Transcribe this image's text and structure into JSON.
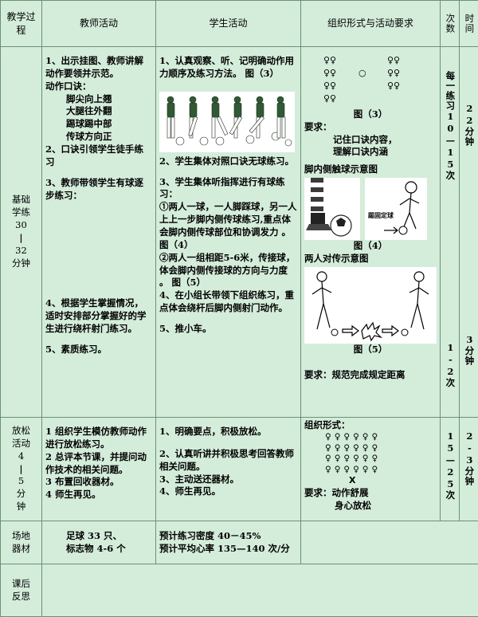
{
  "headers": {
    "process": "教学过程",
    "teacher": "教师活动",
    "student": "学生活动",
    "organization": "组织形式与活动要求",
    "times": "次数",
    "duration": "时间"
  },
  "basic": {
    "label": "基础学练",
    "minutes": "30",
    "dash": "|",
    "minutes_end": "32",
    "unit": "分钟",
    "teacher": {
      "item1": "1、出示挂图、教师讲解动作要领并示范。",
      "chant_title": "动作口诀：",
      "chant": [
        "脚尖向上翘",
        "大腿往外翻",
        "踢球踢中部",
        "传球方向正"
      ],
      "item2": "2、口诀引领学生徒手练习",
      "item3": "3、教师带领学生有球逐步练习：",
      "item4": "4、根据学生掌握情况，适时安排部分掌握好的学生进行绕杆射门练习。",
      "item5": "5、素质练习。"
    },
    "student": {
      "item1": "1、认真观察、听、记明确动作用力顺序及练习方法。 图（3）",
      "item2": "2、学生集体对照口诀无球练习。",
      "item3": "3、学生集体听指挥进行有球练习：",
      "sub1": "①两人一球，一人脚踩球，另一人上上一步脚内侧传球练习,重点体会脚内侧传球部位和协调发力 。 图（4）",
      "sub2": "②两人一组相距5-6米，传接球，体会脚内侧传接球的方向与力度 。 图（5）",
      "item4": "4、在小组长带领下组织练习，重点体会绕杆后脚内侧射门动作。",
      "item5": "5、推小车。"
    },
    "org": {
      "formation_rows": [
        "♀♀",
        "♀♀",
        "♀♀",
        "○",
        "♀♀",
        "♀♀",
        "♀♀",
        "♀♀"
      ],
      "fig3": "图（3）",
      "req_title": "要求：",
      "req1": "记住口诀内容，",
      "req2": "理解口诀内涵",
      "diagram1_title": "脚内侧触球示意图",
      "fig4_label": "踢固定球",
      "fig4": "图（4）",
      "diagram2_title": "两人对传示意图",
      "fig5": "图（5）",
      "req_final": "要求：规范完成规定距离"
    },
    "times_a": "每一练习10—15次",
    "times_b": "1-2次",
    "dur_a": "22分钟",
    "dur_b": "3分钟"
  },
  "relax": {
    "label": "放松活动",
    "minutes": "4",
    "dash": "|",
    "minutes_end": "5",
    "unit": "分钟",
    "teacher": {
      "item1": "1 组织学生模仿教师动作进行放松练习。",
      "item2": "2 总评本节课，并提问动作技术的相关问题。",
      "item3": "3 布置回收器材。",
      "item4": "4 师生再见。"
    },
    "student": {
      "item1": "1、明确要点，积极放松。",
      "item2": "2、认真听讲并积极思考回答教师相关问题。",
      "item3": "3、主动送还器材。",
      "item4": "4、师生再见。"
    },
    "org": {
      "title": "组织形式：",
      "rows": [
        "♀♀♀♀♀♀",
        "♀♀♀♀♀♀",
        "♀♀♀♀♀♀",
        "♀♀♀♀♀♀"
      ],
      "teacher_mark": "X",
      "req1": "要求：动作舒展",
      "req2": "身心放松"
    },
    "times": "15—25次",
    "duration": "2-3分钟"
  },
  "venue": {
    "label": "场地器材",
    "equipment1": "足球 33 只、",
    "equipment2": "标志物 4-6 个",
    "density": "预计练习密度 40－45%",
    "heart": "预计平均心率 135—140 次/分"
  },
  "reflection": {
    "label": "课后反思"
  }
}
